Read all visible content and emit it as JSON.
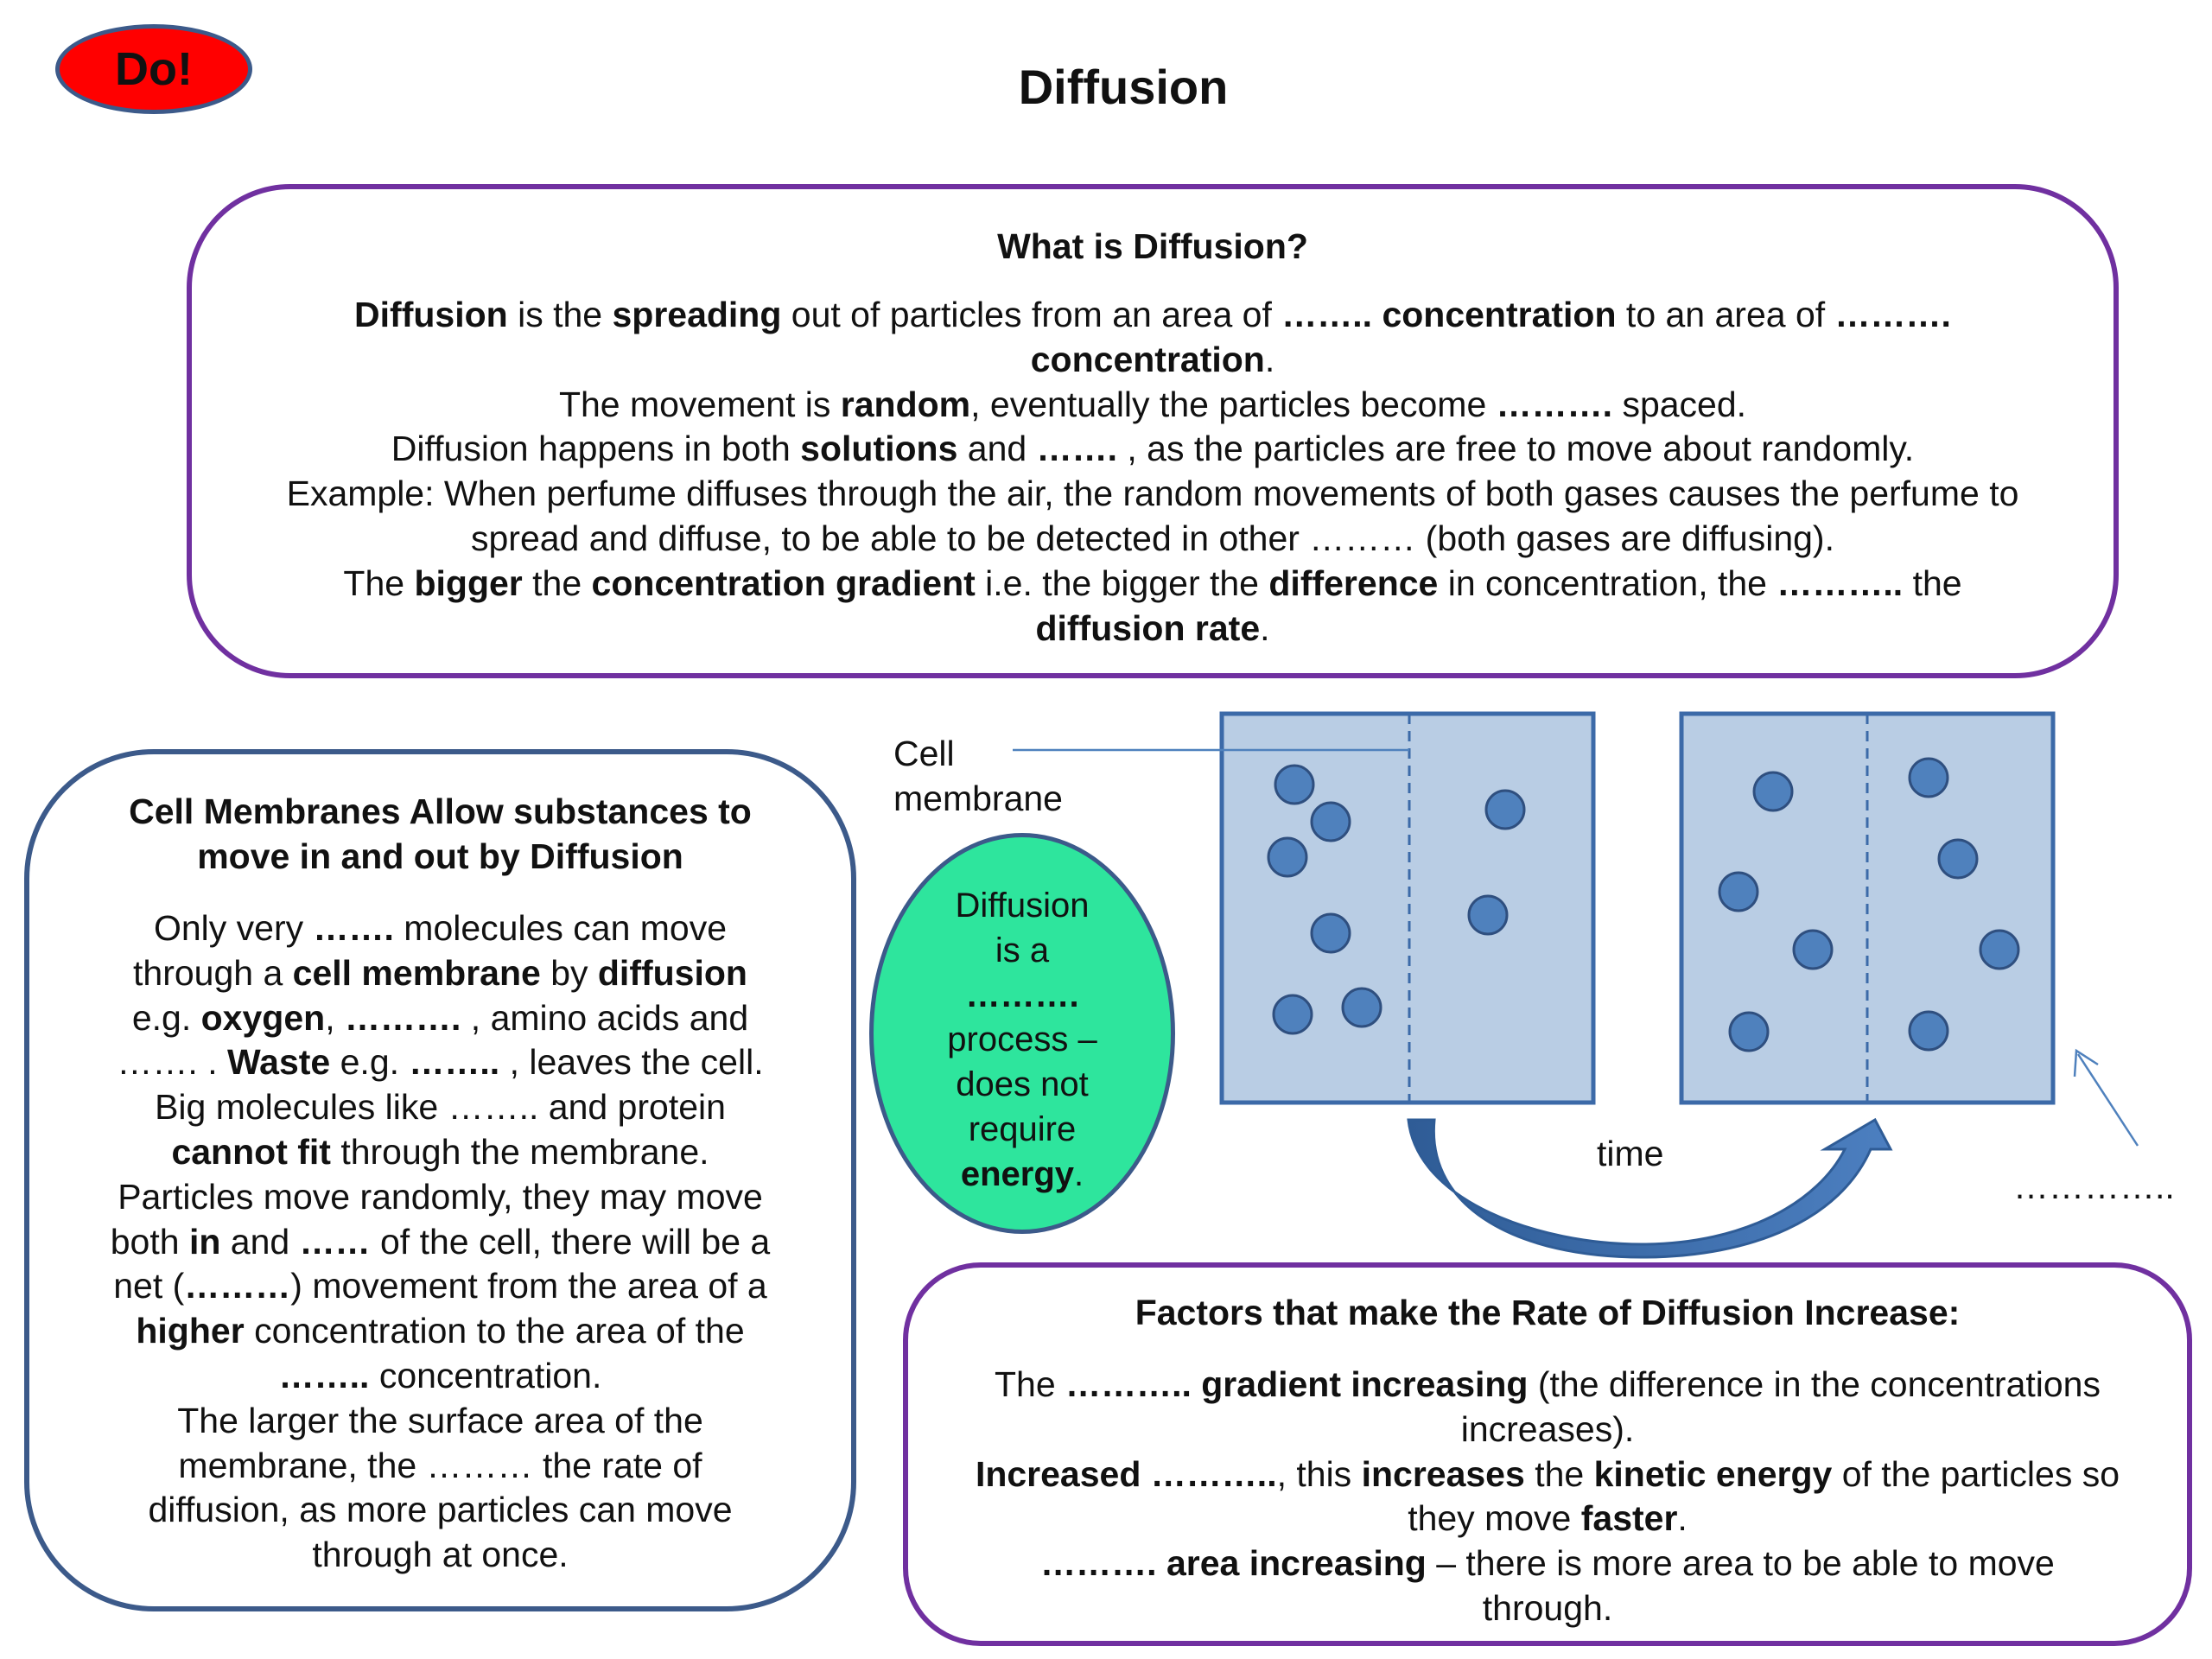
{
  "badge": {
    "label": "Do!",
    "fill_color": "#ff0000",
    "border_color": "#3c5a8a"
  },
  "title": "Diffusion",
  "what_box": {
    "heading": "What is Diffusion?",
    "lines": [
      [
        {
          "t": "Diffusion",
          "b": true
        },
        {
          "t": " is the "
        },
        {
          "t": "spreading",
          "b": true
        },
        {
          "t": " out of particles from an area of "
        },
        {
          "t": "…….. concentration",
          "b": true
        },
        {
          "t": " to an area of "
        },
        {
          "t": "……….",
          "b": true
        }
      ],
      [
        {
          "t": "concentration",
          "b": true
        },
        {
          "t": "."
        }
      ],
      [
        {
          "t": "The movement is "
        },
        {
          "t": "random",
          "b": true
        },
        {
          "t": ", eventually the particles become "
        },
        {
          "t": "……….",
          "b": true
        },
        {
          "t": " spaced."
        }
      ],
      [
        {
          "t": "Diffusion happens in both "
        },
        {
          "t": "solutions",
          "b": true
        },
        {
          "t": " and "
        },
        {
          "t": "…….",
          "b": true
        },
        {
          "t": " , as the particles are free to move about randomly."
        }
      ],
      [
        {
          "t": "Example: When perfume diffuses through the air, the random movements of both gases causes the perfume to"
        }
      ],
      [
        {
          "t": "spread and diffuse, to be able to be detected in other ……… (both gases are diffusing)."
        }
      ],
      [
        {
          "t": "The "
        },
        {
          "t": "bigger",
          "b": true
        },
        {
          "t": " the "
        },
        {
          "t": "concentration gradient",
          "b": true
        },
        {
          "t": " i.e. the bigger the "
        },
        {
          "t": "difference",
          "b": true
        },
        {
          "t": " in concentration, the "
        },
        {
          "t": "………..",
          "b": true
        },
        {
          "t": " the"
        }
      ],
      [
        {
          "t": "diffusion rate",
          "b": true
        },
        {
          "t": "."
        }
      ]
    ]
  },
  "membrane_box": {
    "heading_lines": [
      "Cell Membranes Allow substances to",
      "move in and out by Diffusion"
    ],
    "lines": [
      [
        {
          "t": "Only very "
        },
        {
          "t": "…….",
          "b": true
        },
        {
          "t": " molecules can move"
        }
      ],
      [
        {
          "t": "through a "
        },
        {
          "t": "cell membrane",
          "b": true
        },
        {
          "t": " by "
        },
        {
          "t": "diffusion",
          "b": true
        }
      ],
      [
        {
          "t": "e.g. "
        },
        {
          "t": "oxygen",
          "b": true
        },
        {
          "t": ", "
        },
        {
          "t": "……….",
          "b": true
        },
        {
          "t": " , amino acids and"
        }
      ],
      [
        {
          "t": "……. . "
        },
        {
          "t": "Waste",
          "b": true
        },
        {
          "t": " e.g. "
        },
        {
          "t": "……..",
          "b": true
        },
        {
          "t": " , leaves the cell."
        }
      ],
      [
        {
          "t": "Big molecules like …….. and protein"
        }
      ],
      [
        {
          "t": "cannot fit",
          "b": true
        },
        {
          "t": " through the membrane."
        }
      ],
      [
        {
          "t": "Particles move randomly, they may move"
        }
      ],
      [
        {
          "t": "both "
        },
        {
          "t": "in",
          "b": true
        },
        {
          "t": " and "
        },
        {
          "t": "……",
          "b": true
        },
        {
          "t": " of the cell, there will be a"
        }
      ],
      [
        {
          "t": "net ("
        },
        {
          "t": "………",
          "b": true
        },
        {
          "t": ") movement from the area of a"
        }
      ],
      [
        {
          "t": "higher",
          "b": true
        },
        {
          "t": " concentration to the area of the"
        }
      ],
      [
        {
          "t": "……..",
          "b": true
        },
        {
          "t": " concentration."
        }
      ],
      [
        {
          "t": "The larger the surface area of the"
        }
      ],
      [
        {
          "t": "membrane, the ……… the rate of"
        }
      ],
      [
        {
          "t": "diffusion, as more particles can move"
        }
      ],
      [
        {
          "t": "through at once."
        }
      ]
    ]
  },
  "diagram": {
    "cell_membrane_label_lines": [
      "Cell",
      "membrane"
    ],
    "time_label": "time",
    "blank_label": "…………..",
    "ellipse_lines": [
      [
        {
          "t": "Diffusion"
        }
      ],
      [
        {
          "t": "is a"
        }
      ],
      [
        {
          "t": "……….",
          "b": true
        }
      ],
      [
        {
          "t": "process –"
        }
      ],
      [
        {
          "t": "does not"
        }
      ],
      [
        {
          "t": "require"
        }
      ],
      [
        {
          "t": "energy",
          "b": true
        },
        {
          "t": "."
        }
      ]
    ],
    "box_fill": "#b9cde4",
    "particle_color": "#4f81bd",
    "ellipse_fill": "#2ee59d",
    "arrow_color": "#3c6aa8"
  },
  "factors_box": {
    "heading": "Factors that make the Rate of Diffusion Increase:",
    "lines": [
      [
        {
          "t": "The "
        },
        {
          "t": "………..",
          "b": true
        },
        {
          "t": " "
        },
        {
          "t": "gradient increasing",
          "b": true
        },
        {
          "t": " (the difference in the concentrations"
        }
      ],
      [
        {
          "t": "increases)."
        }
      ],
      [
        {
          "t": "Increased",
          "b": true
        },
        {
          "t": " "
        },
        {
          "t": "………..",
          "b": true
        },
        {
          "t": ", this "
        },
        {
          "t": "increases",
          "b": true
        },
        {
          "t": " the "
        },
        {
          "t": "kinetic energy",
          "b": true
        },
        {
          "t": " of the particles so"
        }
      ],
      [
        {
          "t": "they move "
        },
        {
          "t": "faster",
          "b": true
        },
        {
          "t": "."
        }
      ],
      [
        {
          "t": "……….",
          "b": true
        },
        {
          "t": "  "
        },
        {
          "t": "area increasing",
          "b": true
        },
        {
          "t": " – there is more area to be able to move"
        }
      ],
      [
        {
          "t": "through."
        }
      ]
    ]
  }
}
